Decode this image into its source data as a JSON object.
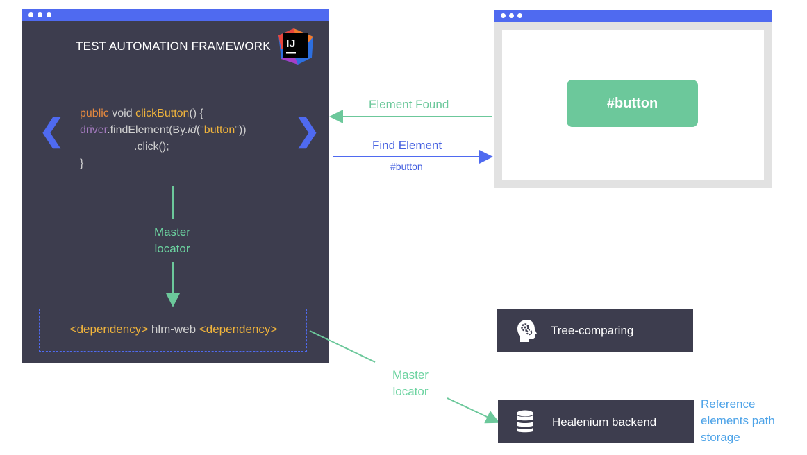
{
  "ide": {
    "title": "TEST AUTOMATION FRAMEWORK",
    "logo_text": "IJ",
    "code": {
      "l1_public": "public",
      "l1_void": " void ",
      "l1_fn": "clickButton",
      "l1_rest": "() {",
      "l2_driver": "driver",
      "l2_find": ".findElement(By.",
      "l2_id": "id",
      "l2_open": "(",
      "l2_q1": "\"",
      "l2_str": "button",
      "l2_q2": "\"",
      "l2_close": "))",
      "l3": ".click();",
      "l4": "}"
    },
    "nav_left": "❮",
    "nav_right": "❯",
    "master_locator_line1": "Master",
    "master_locator_line2": "locator",
    "dependency": {
      "open": "<dependency>",
      "middle": " hlm-web ",
      "close": "<dependency>"
    }
  },
  "browser": {
    "button_label": "#button"
  },
  "arrows": {
    "element_found": "Element Found",
    "find_element": "Find Element",
    "find_element_sub": "#button"
  },
  "bottom": {
    "master_locator_line1": "Master",
    "master_locator_line2": "locator",
    "tree_comparing": "Tree-comparing",
    "healenium_backend": "Healenium backend",
    "reference_line1": "Reference",
    "reference_line2": "elements path",
    "reference_line3": "storage"
  },
  "colors": {
    "panel_bg": "#3d3d4e",
    "accent_blue": "#4f6af0",
    "accent_green": "#6cc89b",
    "ref_blue": "#4da3e8"
  },
  "icons": {
    "head_gears": "head-gears-icon",
    "database": "database-icon",
    "logo": "intellij-logo"
  }
}
